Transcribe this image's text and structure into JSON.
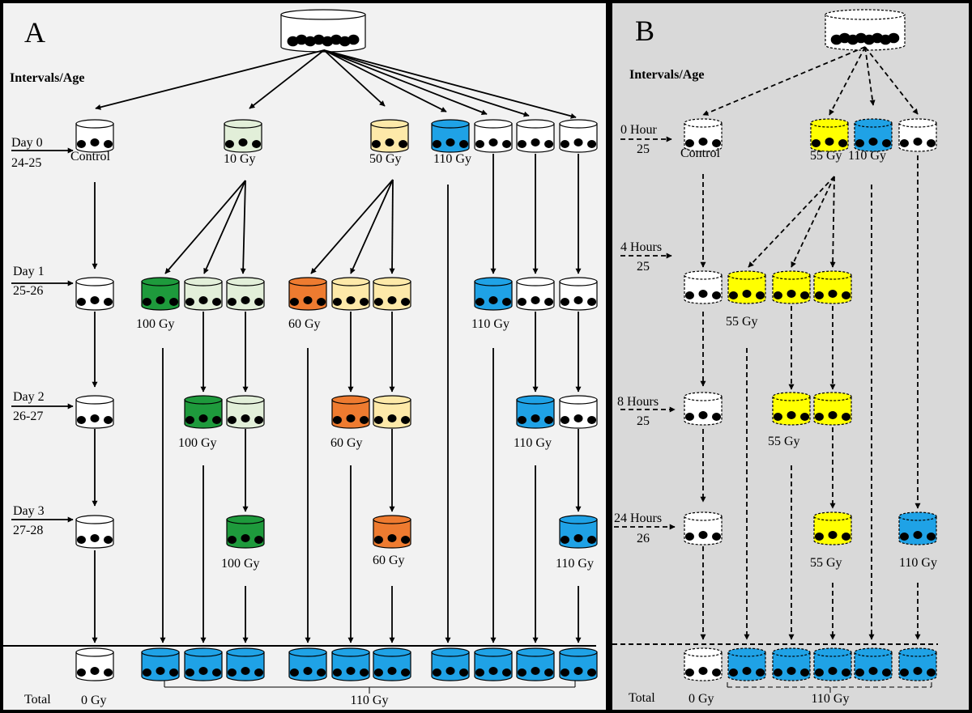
{
  "colors": {
    "panel_a_bg": "#f2f2f2",
    "panel_b_bg": "#d9d9d9",
    "frame": "#000000",
    "control": "#ffffff",
    "gy10": "#e2efd9",
    "gy50": "#fde9a9",
    "gy110": "#1fa2e6",
    "gy100": "#1e9a3c",
    "gy60": "#ee7b30",
    "gy55": "#ffff00"
  },
  "panel_a": {
    "letter": "A",
    "intervals_label": "Intervals/Age",
    "rows": [
      {
        "day": "Day 0",
        "age": "24-25"
      },
      {
        "day": "Day 1",
        "age": "25-26"
      },
      {
        "day": "Day 2",
        "age": "26-27"
      },
      {
        "day": "Day 3",
        "age": "27-28"
      }
    ],
    "labels": {
      "control": "Control",
      "gy10": "10 Gy",
      "gy50": "50 Gy",
      "gy110": "110 Gy",
      "gy100": "100 Gy",
      "gy60": "60 Gy"
    },
    "total_label": "Total",
    "total_zero": "0 Gy",
    "total_dose": "110 Gy"
  },
  "panel_b": {
    "letter": "B",
    "intervals_label": "Intervals/Age",
    "rows": [
      {
        "time": "0 Hour",
        "age": "25"
      },
      {
        "time": "4 Hours",
        "age": "25"
      },
      {
        "time": "8 Hours",
        "age": "25"
      },
      {
        "time": "24 Hours",
        "age": "26"
      }
    ],
    "labels": {
      "control": "Control",
      "gy55": "55 Gy",
      "gy110": "110 Gy"
    },
    "total_label": "Total",
    "total_zero": "0 Gy",
    "total_dose": "110 Gy"
  }
}
